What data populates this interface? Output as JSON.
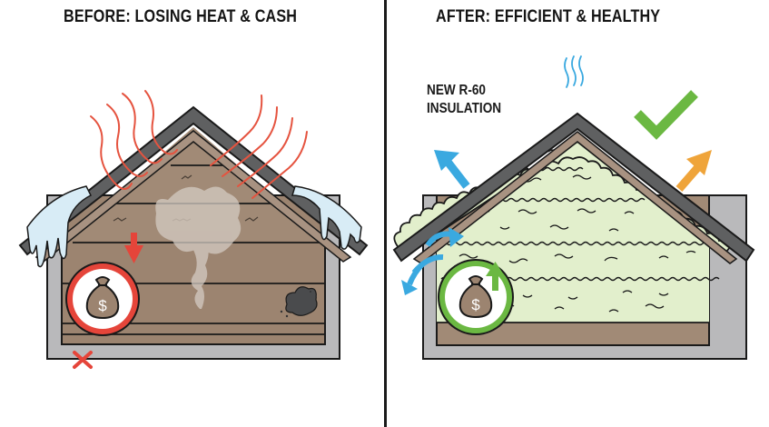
{
  "before": {
    "title": "BEFORE: LOSING HEAT & CASH",
    "icons": [
      "heat-waves",
      "icicles",
      "moisture-cloud",
      "mold-spot",
      "money-bag",
      "down-arrow",
      "x-mark"
    ],
    "money_symbol": "$"
  },
  "after": {
    "title": "AFTER: EFFICIENT & HEALTHY",
    "insulation_label": "NEW R-60\nINSULATION",
    "icons": [
      "vapor-waves",
      "checkmark",
      "airflow-arrow-blue",
      "airflow-arrow-orange",
      "circular-vent-arrows",
      "money-bag",
      "up-arrow"
    ],
    "money_symbol": "$"
  },
  "colors": {
    "heat": "#e5533f",
    "wood": "#9c8470",
    "roof": "#5f6061",
    "wall": "#b9b9bb",
    "ice": "#d8ecf6",
    "insulation": "#e2efcc",
    "check": "#6bb842",
    "blue_arrow": "#3aa9e0",
    "orange_arrow": "#efa43a",
    "red_ring": "#e5453a",
    "green_ring": "#6bb842"
  }
}
